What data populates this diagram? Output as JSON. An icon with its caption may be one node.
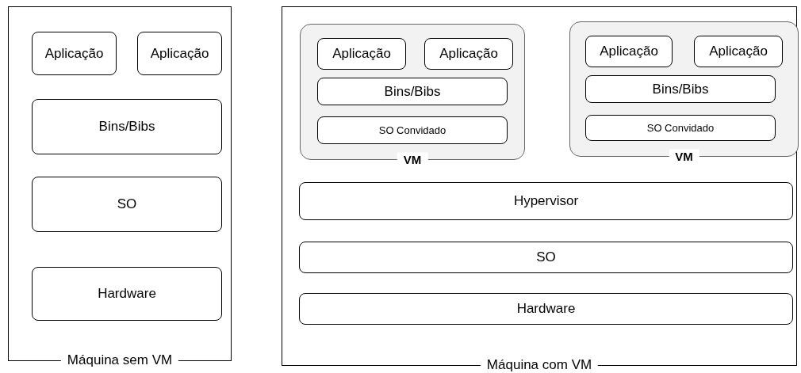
{
  "diagram": {
    "nodes": [
      {
        "text": [
          "Máquina sem VM"
        ]
      },
      {
        "text": [
          "Aplicação"
        ],
        "in": 0
      },
      {
        "text": [
          "Aplicação"
        ],
        "in": 0
      },
      {
        "text": [
          "Bins/Bibs"
        ],
        "in": 0
      },
      {
        "text": [
          "SO"
        ],
        "in": 0
      },
      {
        "text": [
          "Hardware"
        ],
        "in": 0
      },
      {
        "text": [
          "Máquina com VM"
        ]
      },
      {
        "text": [
          "VM"
        ],
        "in": 6
      },
      {
        "text": [
          "Aplicação"
        ],
        "in": 7
      },
      {
        "text": [
          "Aplicação"
        ],
        "in": 7
      },
      {
        "text": [
          "Bins/Bibs"
        ],
        "in": 7
      },
      {
        "text": [
          "SO Convidado"
        ],
        "in": 7
      },
      {
        "text": [
          "VM"
        ],
        "in": 6
      },
      {
        "text": [
          "Aplicação"
        ],
        "in": 12
      },
      {
        "text": [
          "Aplicação"
        ],
        "in": 12
      },
      {
        "text": [
          "Bins/Bibs"
        ],
        "in": 12
      },
      {
        "text": [
          "SO Convidado"
        ],
        "in": 12
      },
      {
        "text": [
          "Hypervisor"
        ],
        "in": 6
      },
      {
        "text": [
          "SO"
        ],
        "in": 6
      },
      {
        "text": [
          "Hardware"
        ],
        "in": 6
      }
    ],
    "edges": []
  }
}
